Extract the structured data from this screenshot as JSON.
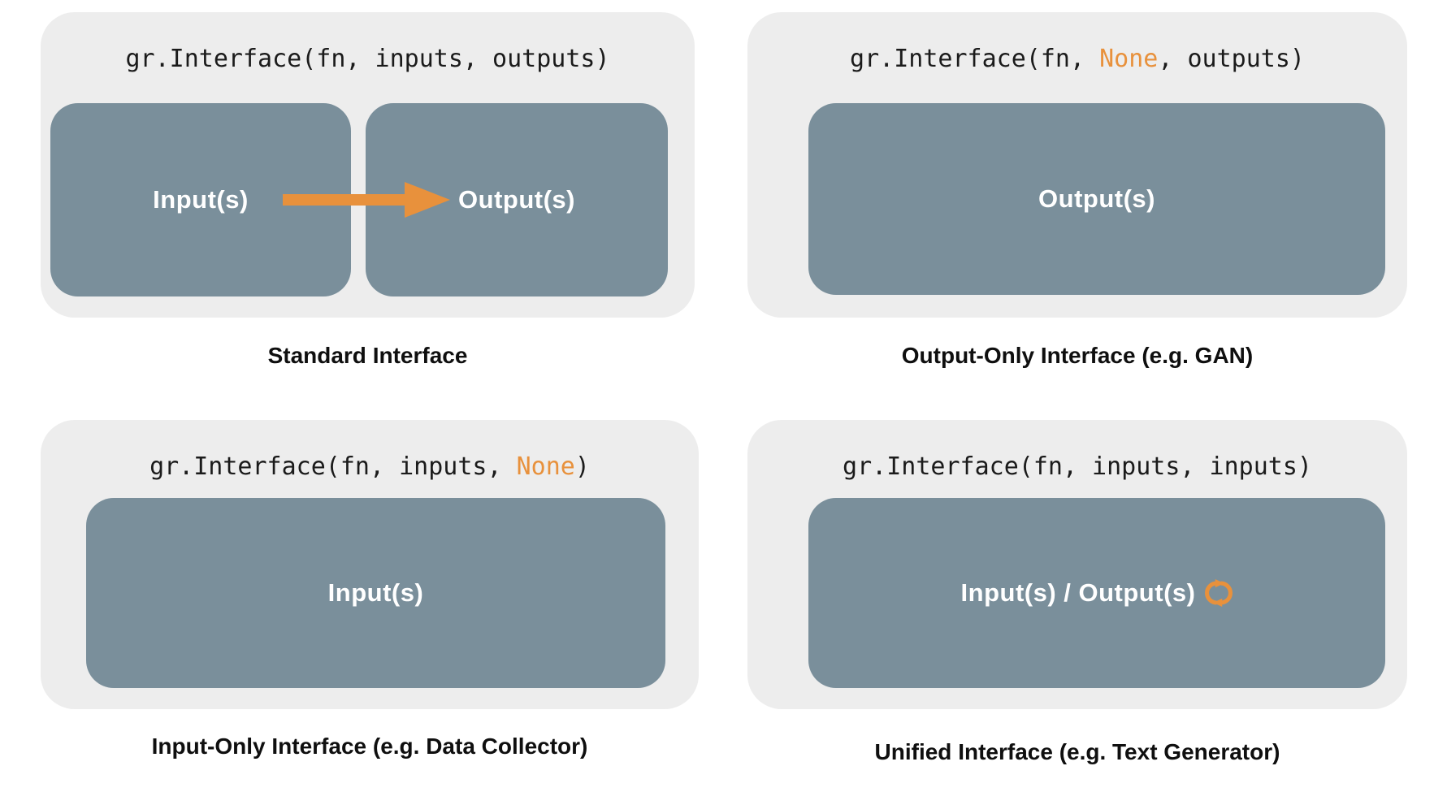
{
  "colors": {
    "panel_bg": "#EDEDED",
    "box_bg": "#7A8F9B",
    "accent_orange": "#E8913C",
    "code_text": "#1B1B1B",
    "caption_text": "#0F0F0F",
    "box_label_text": "#FFFFFF"
  },
  "icons": {
    "arrow": "arrow-right-icon",
    "refresh": "refresh-icon"
  },
  "panels": [
    {
      "name": "standard",
      "code": [
        {
          "text": "gr.Interface(fn, inputs, outputs)"
        }
      ],
      "boxes": [
        {
          "label": "Input(s)"
        },
        {
          "label": "Output(s)"
        }
      ],
      "caption": "Standard Interface"
    },
    {
      "name": "output-only",
      "code": [
        {
          "text": "gr.Interface(fn, "
        },
        {
          "text": "None"
        },
        {
          "text": ", outputs)"
        }
      ],
      "boxes": [
        {
          "label": "Output(s)"
        }
      ],
      "caption": "Output-Only Interface (e.g. GAN)"
    },
    {
      "name": "input-only",
      "code": [
        {
          "text": "gr.Interface(fn, inputs, "
        },
        {
          "text": "None"
        },
        {
          "text": ")"
        }
      ],
      "boxes": [
        {
          "label": "Input(s)"
        }
      ],
      "caption": "Input-Only Interface (e.g. Data Collector)"
    },
    {
      "name": "unified",
      "code": [
        {
          "text": "gr.Interface(fn, inputs, inputs)"
        }
      ],
      "boxes": [
        {
          "label": "Input(s) / Output(s)"
        }
      ],
      "caption": "Unified Interface (e.g. Text Generator)"
    }
  ]
}
